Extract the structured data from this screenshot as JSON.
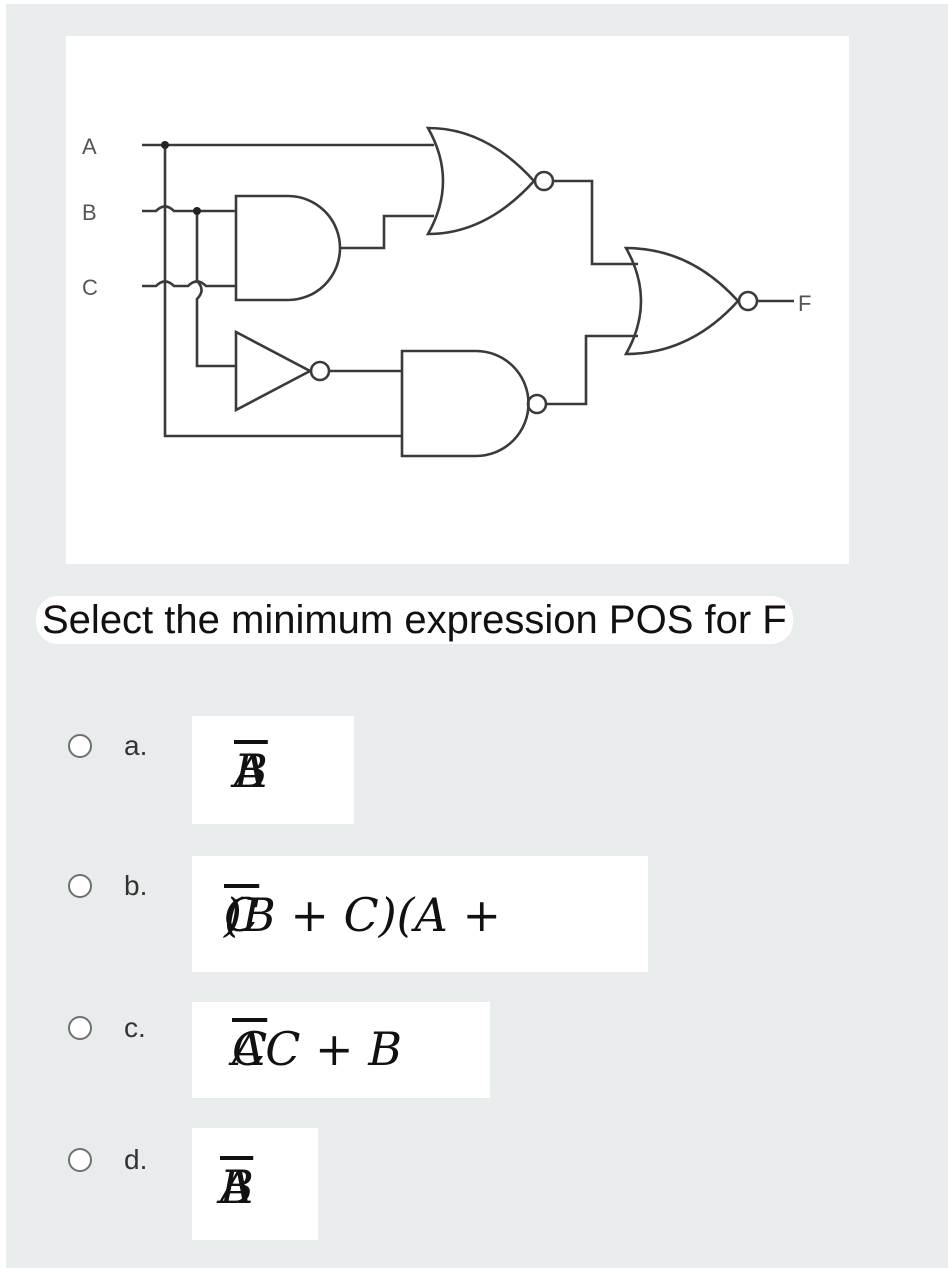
{
  "diagram": {
    "input_labels": [
      "A",
      "B",
      "C"
    ],
    "output_label": "F"
  },
  "question": {
    "text": "Select the minimum expression POS for F"
  },
  "options": [
    {
      "letter": "a.",
      "parts": [
        "A",
        "B",
        ""
      ],
      "overline_index": 1
    },
    {
      "letter": "b.",
      "parts": [
        "(B + C)(A + ",
        "C",
        ")"
      ],
      "overline_index": 1
    },
    {
      "letter": "c.",
      "parts": [
        "AC + B",
        "C",
        ""
      ],
      "overline_index": 1
    },
    {
      "letter": "d.",
      "parts": [
        "",
        "A",
        "B"
      ],
      "overline_index": 1
    }
  ]
}
